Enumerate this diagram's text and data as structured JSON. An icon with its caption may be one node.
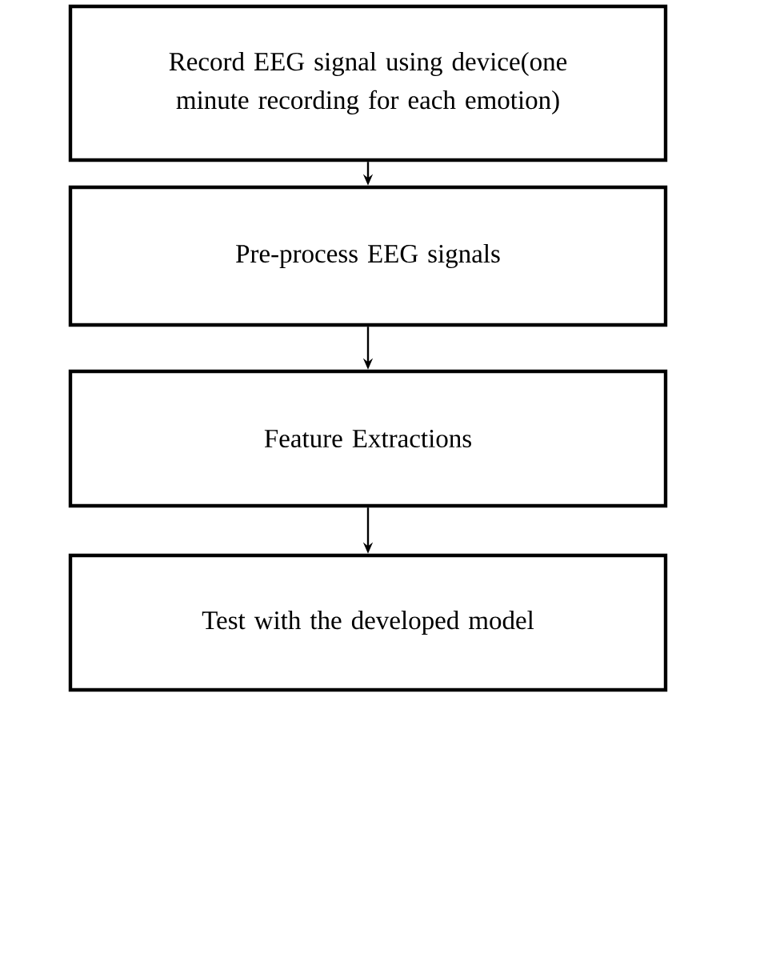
{
  "diagram": {
    "nodes": [
      {
        "text": [
          "Record EEG signal using device(one minute recording for each emotion)"
        ]
      },
      {
        "text": [
          "Pre-process EEG signals"
        ]
      },
      {
        "text": [
          "Feature Extractions"
        ]
      },
      {
        "text": [
          "Test with the developed model"
        ]
      }
    ],
    "edges": [
      {
        "from": 0,
        "to": 1,
        "arrow": "to"
      },
      {
        "from": 1,
        "to": 2,
        "arrow": "to"
      },
      {
        "from": 2,
        "to": 3,
        "arrow": "to"
      }
    ]
  }
}
